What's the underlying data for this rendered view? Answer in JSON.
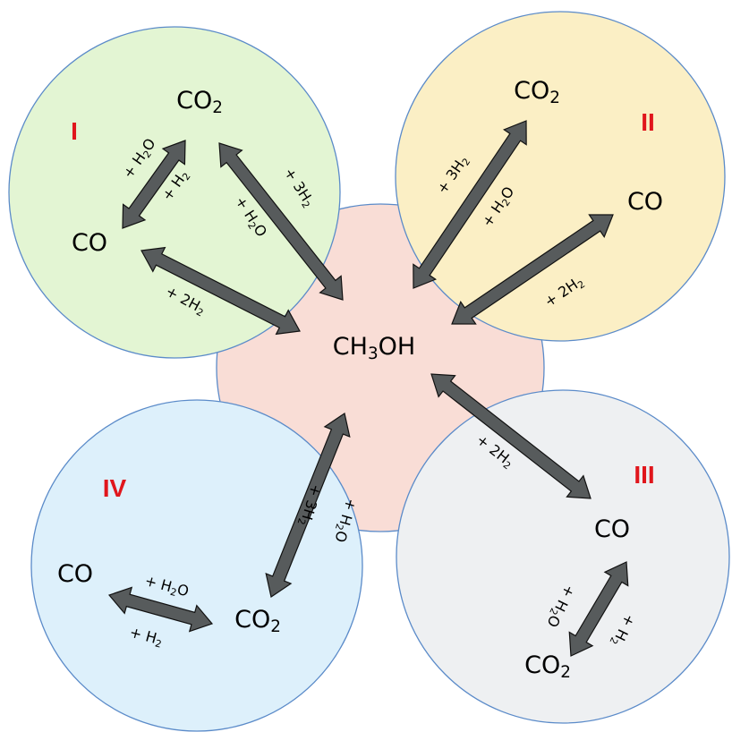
{
  "colors": {
    "center": "#f9ddd6",
    "region_I": "#e3f5d3",
    "region_II": "#fbefc5",
    "region_III": "#eef0f2",
    "region_IV": "#ddf0fb",
    "outline": "#5b8bc9",
    "numeral": "#e0161c",
    "arrow": "#575b5c"
  },
  "center": {
    "label": [
      {
        "t": "CH"
      },
      {
        "s": "3"
      },
      {
        "t": "OH"
      }
    ]
  },
  "regions": [
    {
      "numeral": "I",
      "species": [
        [
          {
            "t": "CO"
          },
          {
            "s": "2"
          }
        ],
        [
          {
            "t": "CO"
          }
        ]
      ],
      "labels": [
        [
          {
            "t": "+ H"
          },
          {
            "s": "2"
          },
          {
            "t": "O"
          }
        ],
        [
          {
            "t": "+ H"
          },
          {
            "s": "2"
          }
        ],
        [
          {
            "t": "+ 3H"
          },
          {
            "s": "2"
          }
        ],
        [
          {
            "t": "+ H"
          },
          {
            "s": "2"
          },
          {
            "t": "O"
          }
        ],
        [
          {
            "t": "+ 2H"
          },
          {
            "s": "2"
          }
        ]
      ]
    },
    {
      "numeral": "II",
      "species": [
        [
          {
            "t": "CO"
          },
          {
            "s": "2"
          }
        ],
        [
          {
            "t": "CO"
          }
        ]
      ],
      "labels": [
        [
          {
            "t": "+ 3H"
          },
          {
            "s": "2"
          }
        ],
        [
          {
            "t": "+ H"
          },
          {
            "s": "2"
          },
          {
            "t": "O"
          }
        ],
        [
          {
            "t": "+ 2H"
          },
          {
            "s": "2"
          }
        ]
      ]
    },
    {
      "numeral": "III",
      "species": [
        [
          {
            "t": "CO"
          }
        ],
        [
          {
            "t": "CO"
          },
          {
            "s": "2"
          }
        ]
      ],
      "labels": [
        [
          {
            "t": "+ 2H"
          },
          {
            "s": "2"
          }
        ],
        [
          {
            "t": "+ H"
          },
          {
            "s": "2"
          },
          {
            "t": "O"
          }
        ],
        [
          {
            "t": "+ H"
          },
          {
            "s": "2"
          }
        ]
      ]
    },
    {
      "numeral": "IV",
      "species": [
        [
          {
            "t": "CO"
          }
        ],
        [
          {
            "t": "CO"
          },
          {
            "s": "2"
          }
        ]
      ],
      "labels": [
        [
          {
            "t": "+ 3H"
          },
          {
            "s": "2"
          }
        ],
        [
          {
            "t": "+ H"
          },
          {
            "s": "2"
          },
          {
            "t": "O"
          }
        ],
        [
          {
            "t": "+ H"
          },
          {
            "s": "2"
          },
          {
            "t": "O"
          }
        ],
        [
          {
            "t": "+ H"
          },
          {
            "s": "2"
          }
        ]
      ]
    }
  ]
}
